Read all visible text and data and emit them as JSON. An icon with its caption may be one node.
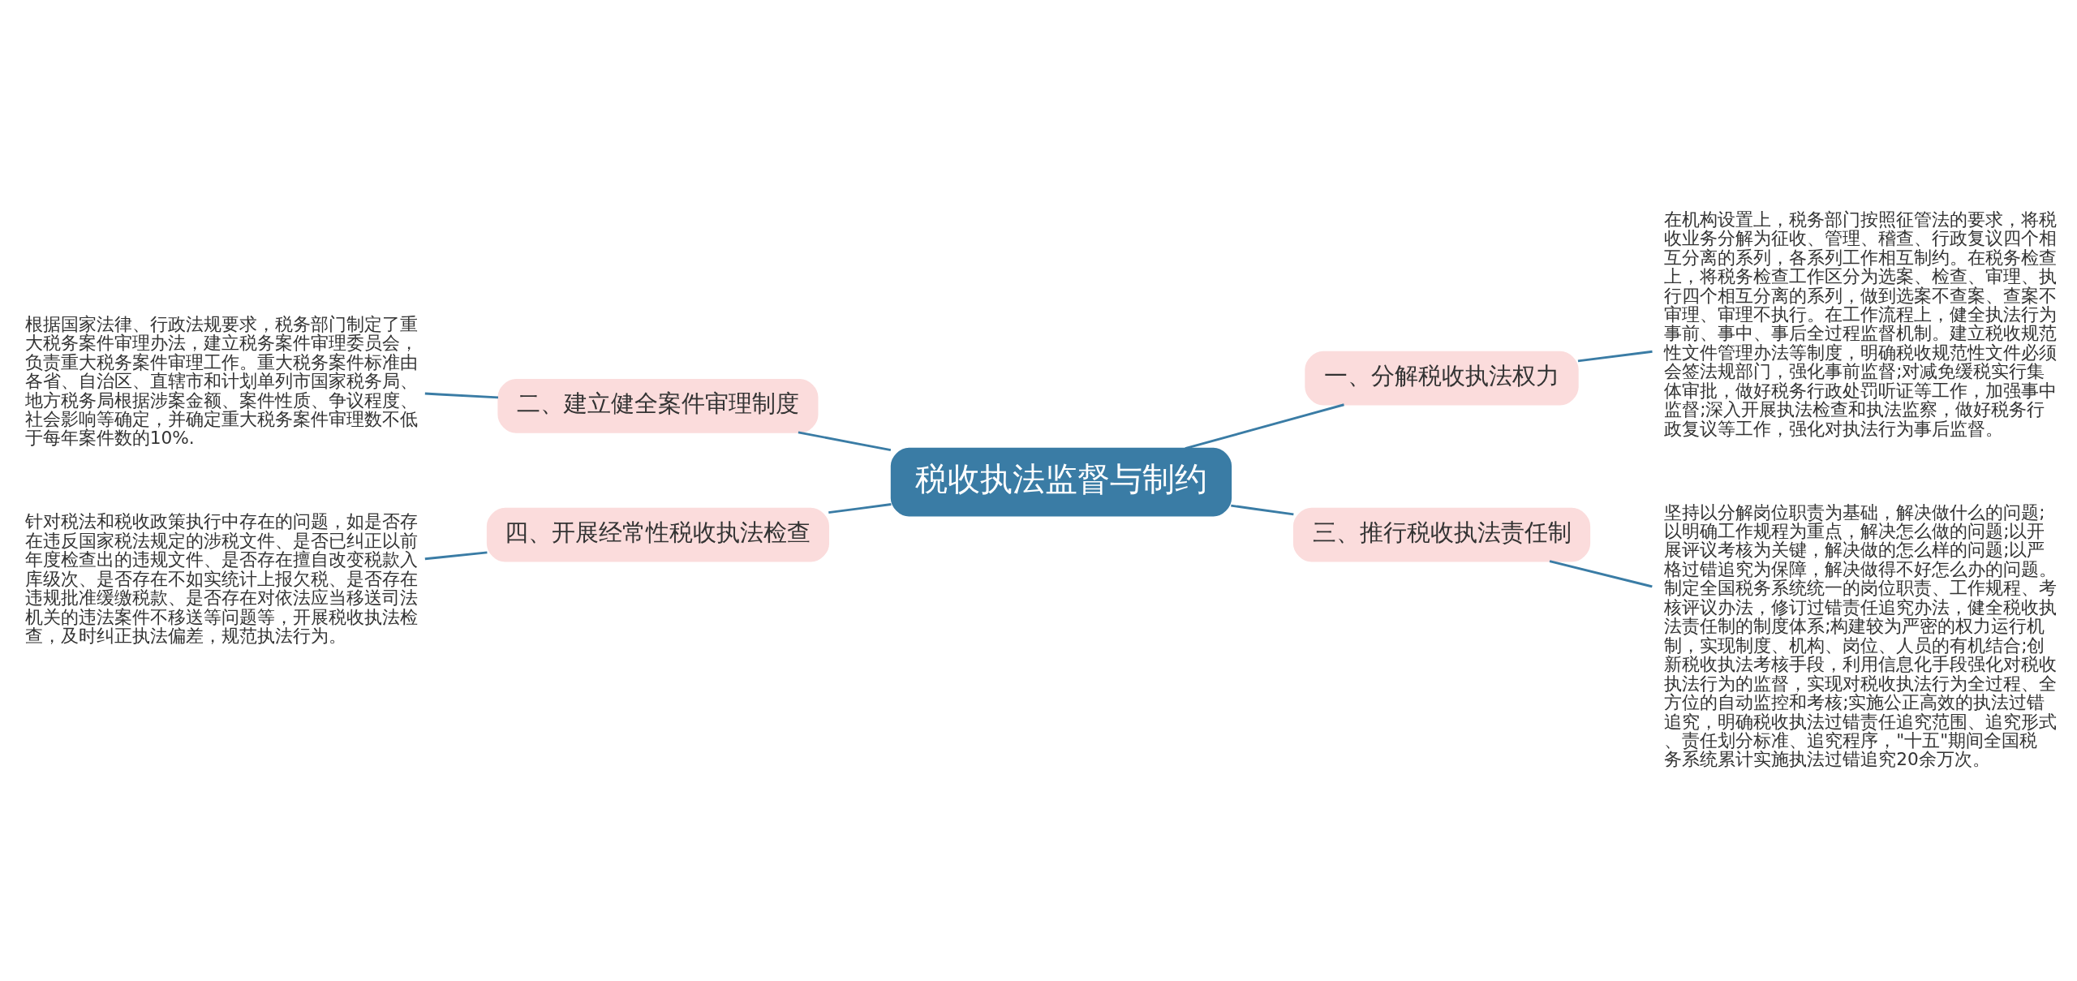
{
  "diagram": {
    "nodes": [
      {
        "text": [
          "税收执法监督与制约"
        ]
      },
      {
        "text": [
          "一、分解税收执法权力"
        ]
      },
      {
        "text": [
          "在机构设置上，税务部门按照征管法的要求，将税收业务分解为征收、管理、稽查、行政复议四个相互分离的系列，各系列工作相互制约。在税务检查上，将税务检查工作区分为选案、检查、审理、执行四个相互分离的系列，做到选案不查案、查案不审理、审理不执行。在工作流程上，健全执法行为事前、事中、事后全过程监督机制。建立税收规范性文件管理办法等制度，明确税收规范性文件必须会签法规部门，强化事前监督;对减免缓税实行集体审批，做好税务行政处罚听证等工作，加强事中监督;深入开展执法检查和执法监察，做好税务行政复议等工作，强化对执法行为事后监督。"
        ]
      },
      {
        "text": [
          "二、建立健全案件审理制度"
        ]
      },
      {
        "text": [
          "根据国家法律、行政法规要求，税务部门制定了重大税务案件审理办法，建立税务案件审理委员会，负责重大税务案件审理工作。重大税务案件标准由各省、自治区、直辖市和计划单列市国家税务局、地方税务局根据涉案金额、案件性质、争议程度、社会影响等确定，并确定重大税务案件审理数不低于每年案件数的10%."
        ]
      },
      {
        "text": [
          "三、推行税收执法责任制"
        ]
      },
      {
        "text": [
          "坚持以分解岗位职责为基础，解决做什么的问题;以明确工作规程为重点，解决怎么做的问题;以开展评议考核为关键，解决做的怎么样的问题;以严格过错追究为保障，解决做得不好怎么办的问题。制定全国税务系统统一的岗位职责、工作规程、考核评议办法，修订过错责任追究办法，健全税收执法责任制的制度体系;构建较为严密的权力运行机制，实现制度、机构、岗位、人员的有机结合;创新税收执法考核手段，利用信息化手段强化对税收执法行为的监督，实现对税收执法行为全过程、全方位的自动监控和考核;实施公正高效的执法过错追究，明确税收执法过错责任追究范围、追究形式、责任划分标准、追究程序，\"十五\"期间全国税务系统累计实施执法过错追究20余万次。"
        ]
      },
      {
        "text": [
          "四、开展经常性税收执法检查"
        ]
      },
      {
        "text": [
          "针对税法和税收政策执行中存在的问题，如是否存在违反国家税法规定的涉税文件、是否已纠正以前年度检查出的违规文件、是否存在擅自改变税款入库级次、是否存在不如实统计上报欠税、是否存在违规批准缓缴税款、是否存在对依法应当移送司法机关的违法案件不移送等问题等，开展税收执法检查，及时纠正执法偏差，规范执法行为。"
        ]
      }
    ],
    "edges": [
      {
        "from": 0,
        "to": 1,
        "arrow": "none"
      },
      {
        "from": 1,
        "to": 2,
        "arrow": "none"
      },
      {
        "from": 4,
        "to": 3,
        "arrow": "none"
      },
      {
        "from": 3,
        "to": 0,
        "arrow": "none"
      },
      {
        "from": 0,
        "to": 5,
        "arrow": "none"
      },
      {
        "from": 5,
        "to": 6,
        "arrow": "none"
      },
      {
        "from": 8,
        "to": 7,
        "arrow": "none"
      },
      {
        "from": 7,
        "to": 0,
        "arrow": "none"
      }
    ]
  }
}
